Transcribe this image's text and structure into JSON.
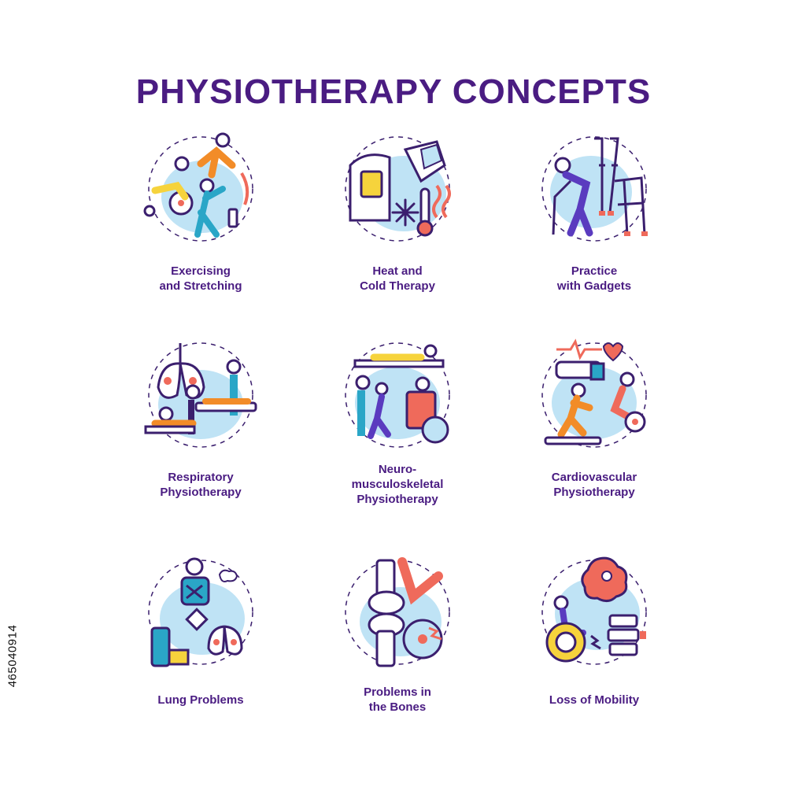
{
  "title": "PHYSIOTHERAPY CONCEPTS",
  "stock_id": "465040914",
  "colors": {
    "title": "#4a1c82",
    "outline": "#3b1f6e",
    "blob": "#bfe3f5",
    "orange": "#f28c28",
    "coral": "#ef6a5b",
    "teal": "#2aa6c7",
    "purple": "#5a3bbf",
    "yellow": "#f6d33c"
  },
  "concepts": [
    {
      "line1": "Exercising",
      "line2": "and Stretching",
      "line3": ""
    },
    {
      "line1": "Heat and",
      "line2": "Cold Therapy",
      "line3": ""
    },
    {
      "line1": "Practice",
      "line2": "with Gadgets",
      "line3": ""
    },
    {
      "line1": "Respiratory",
      "line2": "Physiotherapy",
      "line3": ""
    },
    {
      "line1": "Neuro-",
      "line2": "musculoskeletal",
      "line3": "Physiotherapy"
    },
    {
      "line1": "Cardiovascular",
      "line2": "Physiotherapy",
      "line3": ""
    },
    {
      "line1": "Lung Problems",
      "line2": "",
      "line3": ""
    },
    {
      "line1": "Problems in",
      "line2": "the Bones",
      "line3": ""
    },
    {
      "line1": "Loss of Mobility",
      "line2": "",
      "line3": ""
    }
  ]
}
